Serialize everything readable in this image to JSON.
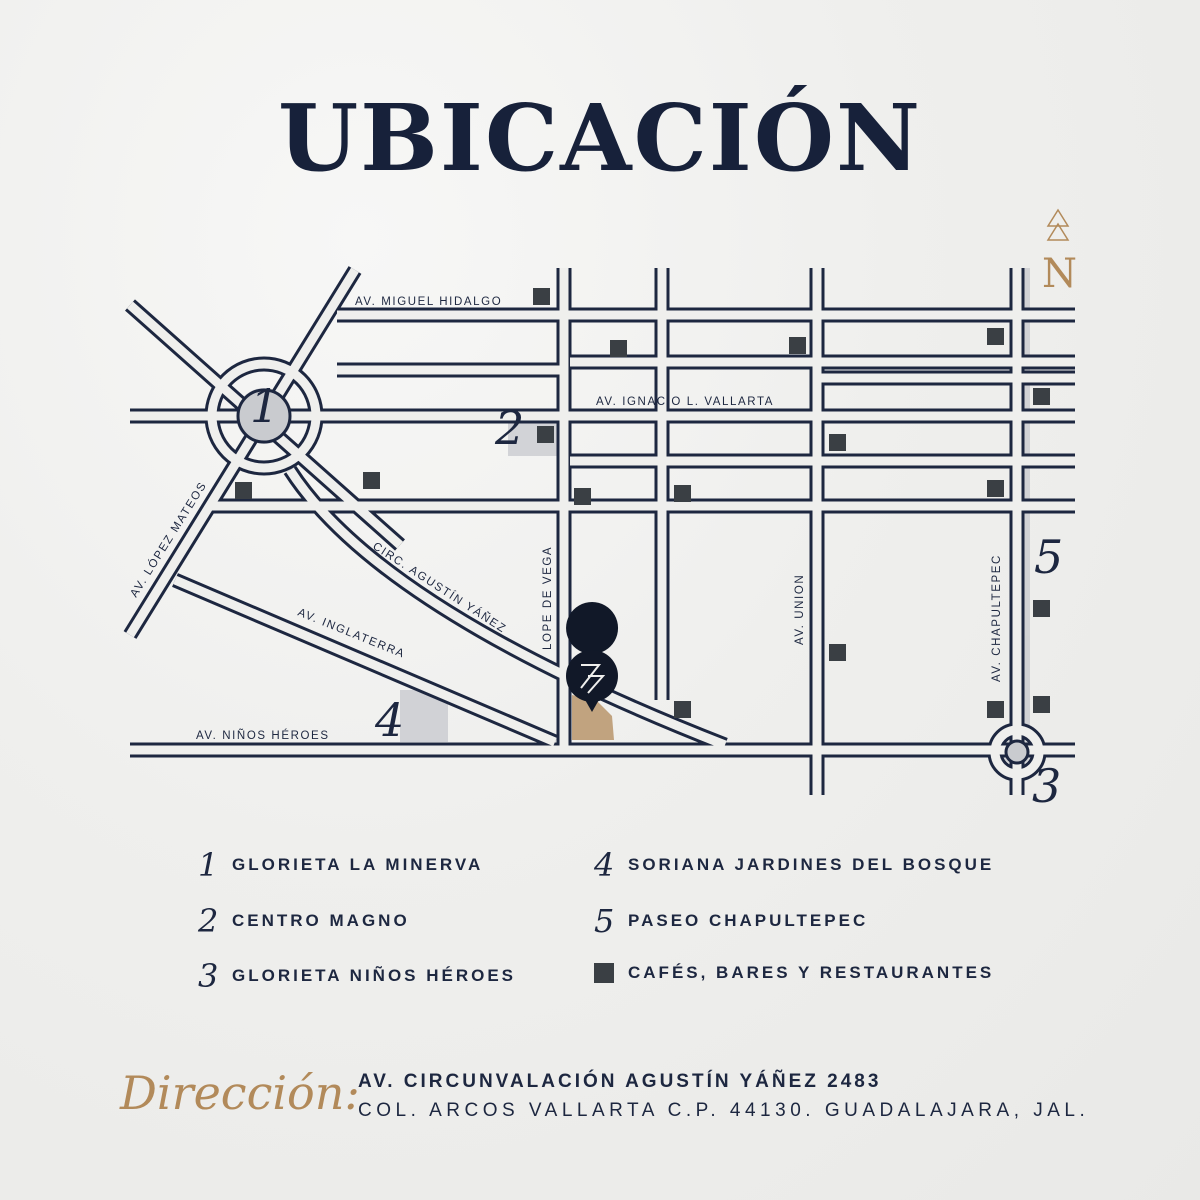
{
  "title": "UBICACIÓN",
  "north_label": "N",
  "colors": {
    "road": "#1d2740",
    "accent": "#b28a5a",
    "poi": "#3a3f44",
    "highlight": "#c9cbcf"
  },
  "map": {
    "streets": {
      "hidalgo": "AV. MIGUEL HIDALGO",
      "vallarta": "AV. IGNACIO L. VALLARTA",
      "lopez_mateos": "AV. LÓPEZ MATEOS",
      "circ": "CIRC. AGUSTÍN YÁÑEZ",
      "inglaterra": "AV. INGLATERRA",
      "ninos_heroes": "AV. NIÑOS HÉROES",
      "lope_de_vega": "LOPE DE VEGA",
      "union": "AV. UNION",
      "chapultepec": "AV. CHAPULTEPEC"
    },
    "markers": [
      "1",
      "2",
      "3",
      "4",
      "5"
    ]
  },
  "legend": [
    {
      "num": "1",
      "label": "GLORIETA LA MINERVA"
    },
    {
      "num": "2",
      "label": "CENTRO MAGNO"
    },
    {
      "num": "3",
      "label": "GLORIETA NIÑOS HÉROES"
    },
    {
      "num": "4",
      "label": "SORIANA JARDINES DEL BOSQUE"
    },
    {
      "num": "5",
      "label": "PASEO CHAPULTEPEC"
    },
    {
      "num": "",
      "label": "CAFÉS, BARES Y RESTAURANTES"
    }
  ],
  "address": {
    "label": "Dirección:",
    "line1": "AV. CIRCUNVALACIÓN AGUSTÍN YÁÑEZ 2483",
    "line2": "COL. ARCOS VALLARTA C.P. 44130. GUADALAJARA, JAL."
  }
}
